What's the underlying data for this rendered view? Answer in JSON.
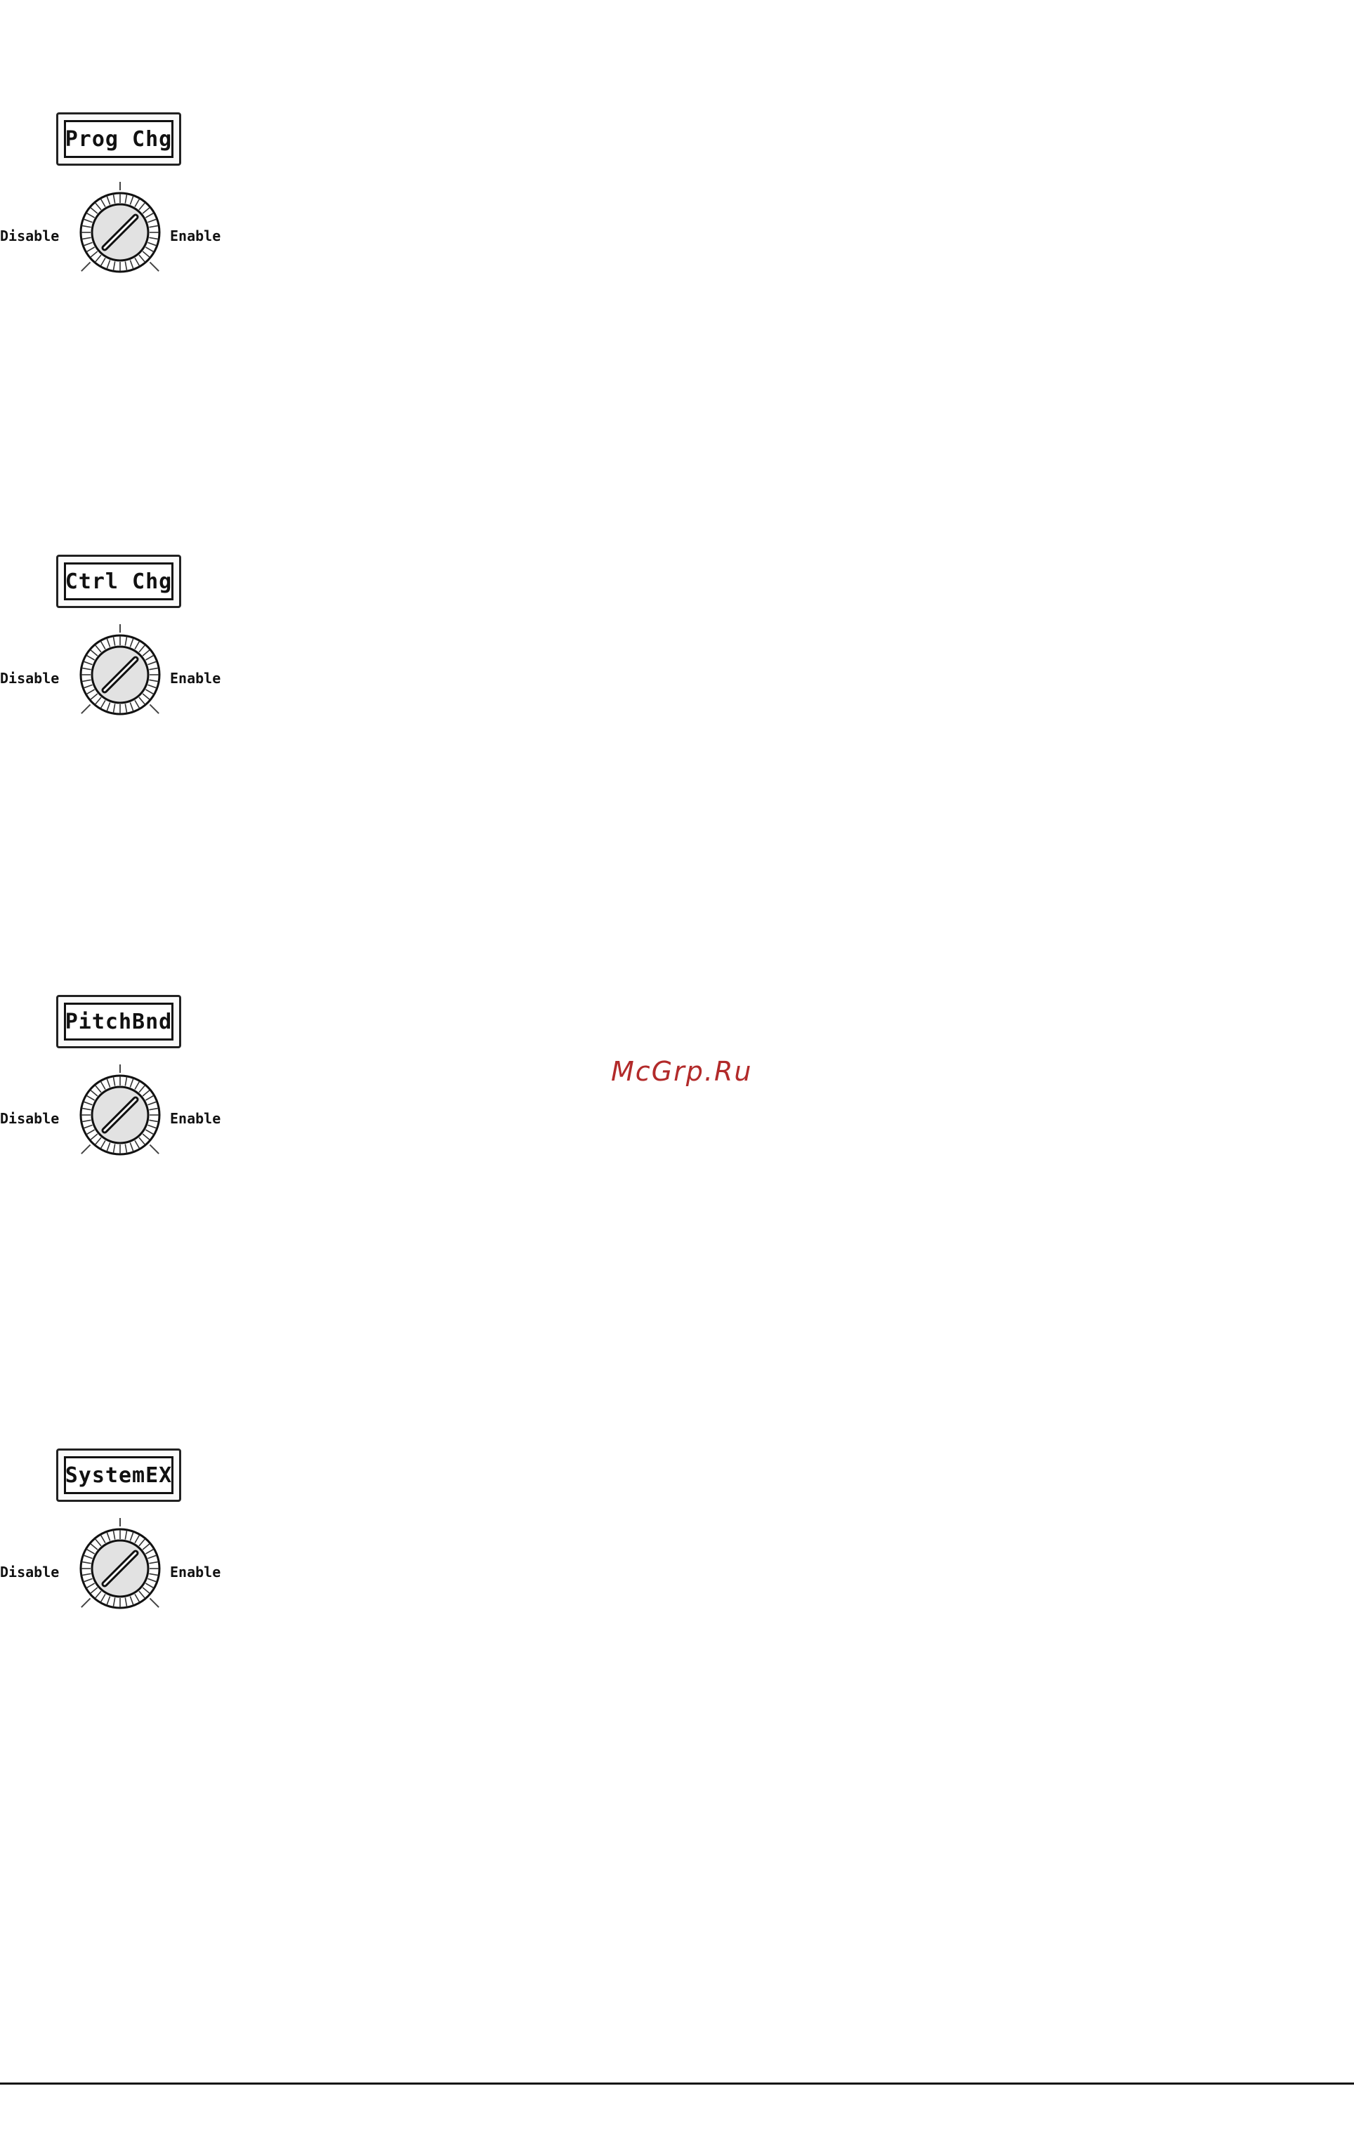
{
  "controls": [
    {
      "display": "Prog Chg",
      "left_label": "Disable",
      "right_label": "Enable"
    },
    {
      "display": "Ctrl Chg",
      "left_label": "Disable",
      "right_label": "Enable"
    },
    {
      "display": "PitchBnd",
      "left_label": "Disable",
      "right_label": "Enable"
    },
    {
      "display": "SystemEX",
      "left_label": "Disable",
      "right_label": "Enable"
    }
  ],
  "watermark": "McGrp.Ru"
}
